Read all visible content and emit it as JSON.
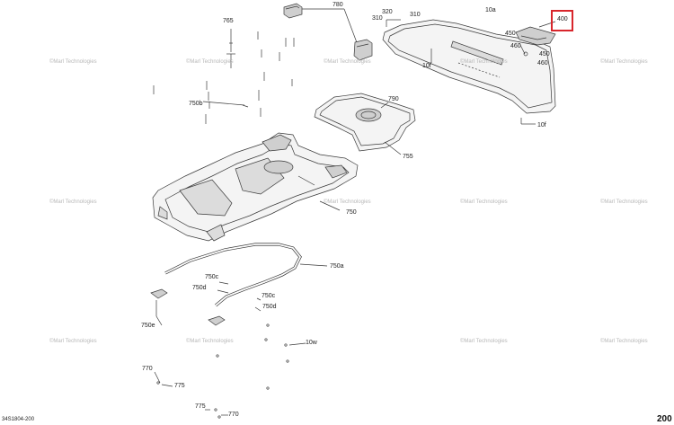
{
  "figure": {
    "document_code": "34S1804-200",
    "page_label": "200",
    "highlighted_callout": "400"
  },
  "callouts": [
    "765",
    "780",
    "320",
    "310",
    "310",
    "10a",
    "400",
    "450",
    "460",
    "450",
    "460",
    "10f",
    "750b",
    "790",
    "755",
    "10f",
    "750",
    "750a",
    "750c",
    "750d",
    "750c",
    "750d",
    "750e",
    "10w",
    "770",
    "775",
    "775",
    "770"
  ],
  "watermarks": [
    "©Marl Technologies",
    "©Marl Technologies",
    "©Marl Technologies",
    "©Marl Technologies",
    "©Marl Technologies",
    "©Marl Technologies",
    "©Marl Technologies",
    "©Marl Technologies",
    "©Marl Technologies",
    "©Marl Technologies",
    "©Marl Technologies",
    "©Marl Technologies",
    "©Marl Technologies"
  ],
  "colors": {
    "line": "#3a3a3a",
    "highlight": "#d8262c",
    "part_fill": "#f4f4f4",
    "shade": "#cfcfcf"
  }
}
